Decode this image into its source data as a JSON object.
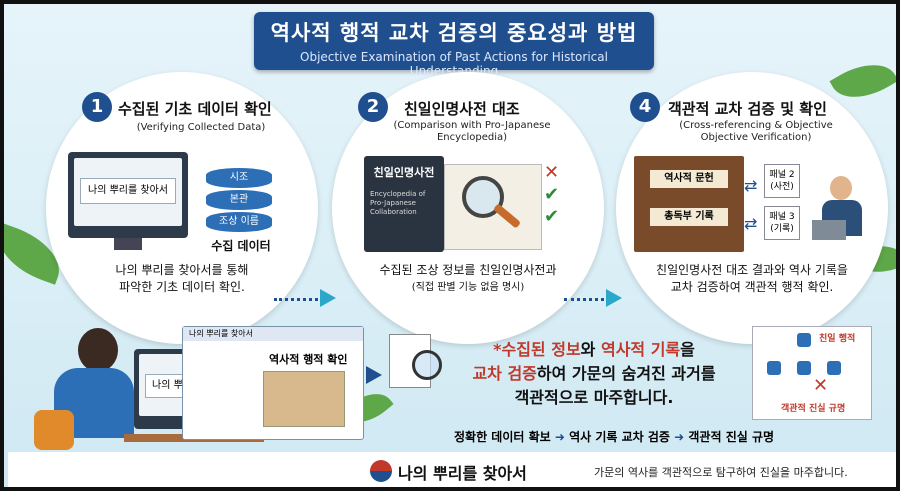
{
  "title": {
    "ko": "역사적 행적 교차 검증의 중요성과 방법",
    "en": "Objective Examination of Past Actions for Historical Understanding"
  },
  "steps": [
    {
      "num": "1",
      "title": "수집된 기초 데이터 확인",
      "subtitle": "(Verifying Collected Data)",
      "screen_text": "나의 뿌리를 찾아서",
      "db_items": [
        "시조",
        "본관",
        "조상 이름"
      ],
      "db_label": "수집 데이터",
      "caption": [
        "나의 뿌리를 찾아서를 통해",
        "파악한 기초 데이터 확인."
      ]
    },
    {
      "num": "2",
      "title": "친일인명사전 대조",
      "subtitle": [
        "(Comparison with Pro-Japanese",
        "Encyclopedia)"
      ],
      "book_title": "친일인명사전",
      "book_en": [
        "Encyclopedia of",
        "Pro-Japanese",
        "Collaboration"
      ],
      "caption": [
        "수집된 조상 정보를 친일인명사전과",
        "(직접 판별 기능 없음 명시)"
      ]
    },
    {
      "num": "4",
      "title": "객관적 교차 검증 및 확인",
      "subtitle": [
        "(Cross-referencing & Objective",
        "Objective Verification)"
      ],
      "doc1": "역사적 문헌",
      "doc2": "총독부 기록",
      "panel2": [
        "패널 2",
        "(사전)"
      ],
      "panel3": [
        "패널 3",
        "(기록)"
      ],
      "caption": [
        "친일인명사전 대조 결과와 역사 기록을",
        "교차 검증하여 객관적 행적 확인."
      ]
    }
  ],
  "bottom": {
    "monitor_text": "나의 뿌리를 찾아서",
    "window_title": "나의 뿌리를 찾아서",
    "window_label": "역사적 행적 확인",
    "message_parts": {
      "star_part": "*수집된 정보",
      "wa": "와 ",
      "record": "역사적 기록",
      "eul": "을",
      "cross": "교차 검증",
      "rest1": "하여 가문의 숨겨진 과거를",
      "line3": "객관적으로 마주합니다."
    },
    "flow": [
      "정확한 데이터 확보",
      "역사 기록 교차 검증",
      "객관적 진실 규명"
    ],
    "tree_labels": [
      "친일 행적",
      "객관적 진실 규명"
    ]
  },
  "footer": {
    "logo_text": "나의 뿌리를 찾아서",
    "slogan": "가문의 역사를 객관적으로 탐구하여 진실을 마주합니다."
  },
  "colors": {
    "navy": "#1f4f8f",
    "highlight_red": "#c0392b",
    "leaf_green": "#5ea84a",
    "teal_arrow": "#2aa7c9"
  }
}
